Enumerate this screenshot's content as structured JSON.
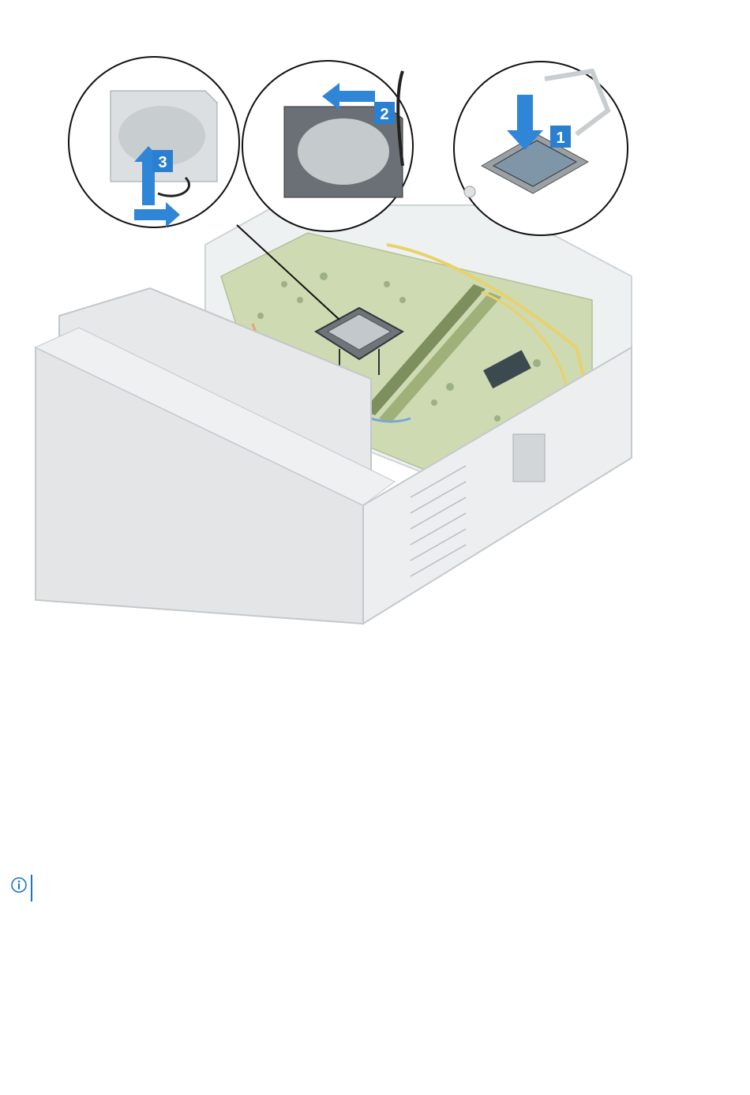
{
  "figure": {
    "steps": [
      {
        "number": "1",
        "action": "press-down"
      },
      {
        "number": "2",
        "action": "push-lever-left"
      },
      {
        "number": "3",
        "action": "lift-lever-up"
      }
    ],
    "colors": {
      "callout_blue": "#2a7fd0",
      "arrow_blue": "#2f85d6",
      "chassis_gray": "#d9dcdf",
      "board_green": "#c9d6a8",
      "ram_yellow": "#e8d26a"
    }
  },
  "note": {
    "icon": "info-icon",
    "accent": "#1a73c8"
  }
}
